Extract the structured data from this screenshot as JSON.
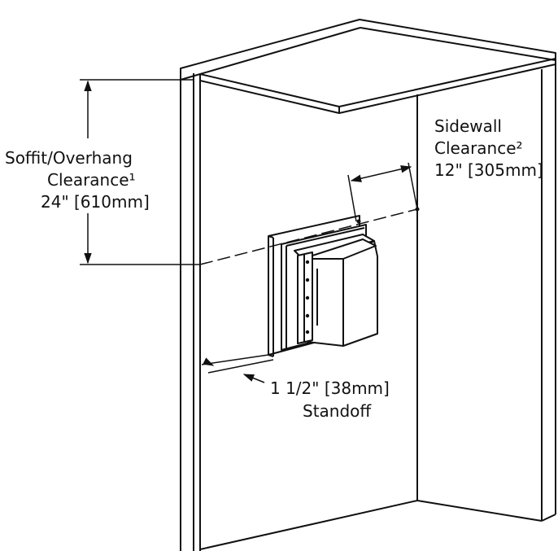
{
  "labels": {
    "soffit_line1": "Soffit/Overhang",
    "soffit_line2": "Clearance¹",
    "soffit_value": "24\" [610mm]",
    "sidewall_line1": "Sidewall",
    "sidewall_line2": "Clearance²",
    "sidewall_value": "12\" [305mm]",
    "standoff_value": "1 1/2\" [38mm]",
    "standoff_line2": "Standoff"
  },
  "colors": {
    "line": "#111111",
    "background": "#ffffff"
  }
}
